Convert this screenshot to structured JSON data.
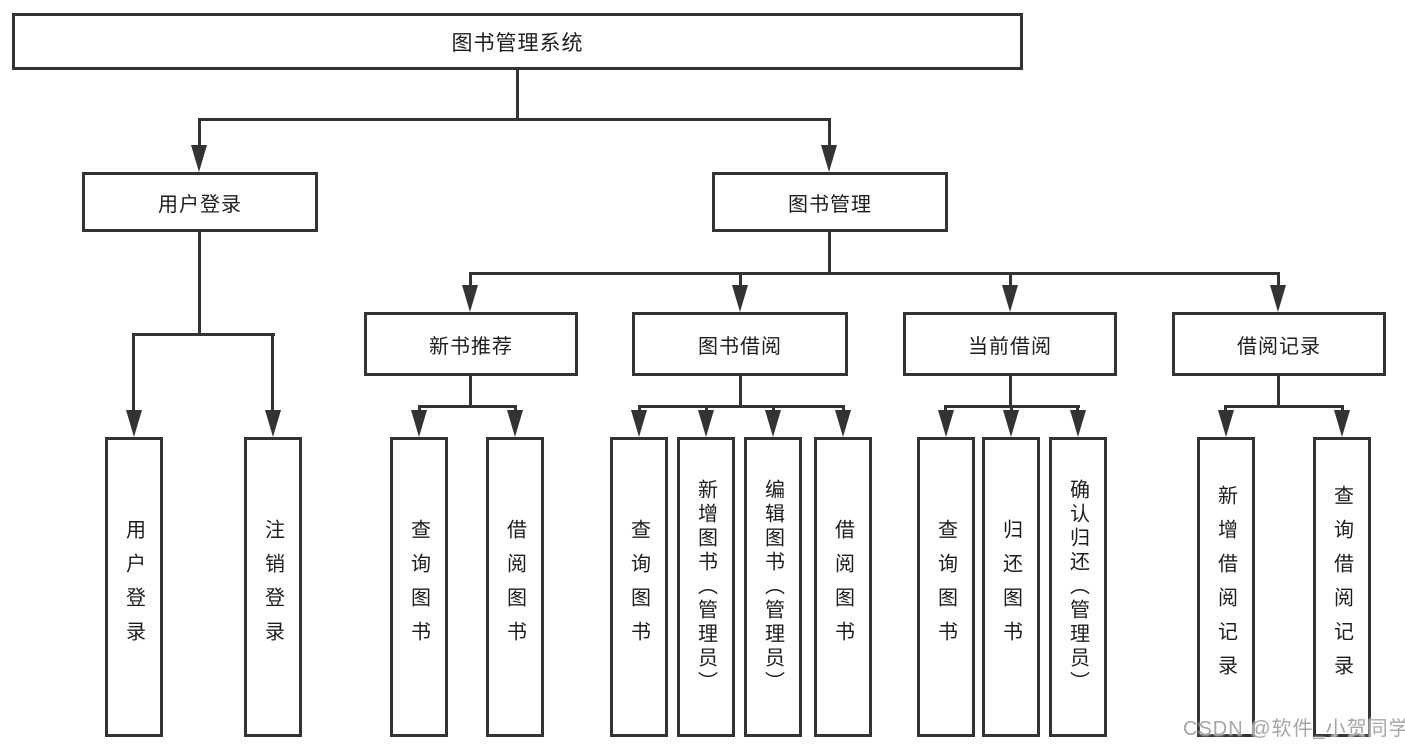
{
  "nodes": {
    "root": "图书管理系统",
    "user_login": "用户登录",
    "book_mgmt": "图书管理",
    "new_book": "新书推荐",
    "book_borrow": "图书借阅",
    "current_borrow": "当前借阅",
    "borrow_record": "借阅记录",
    "leaf_user_login": "用户登录",
    "leaf_logout": "注销登录",
    "leaf_nb_query": "查询图书",
    "leaf_nb_borrow": "借阅图书",
    "leaf_bb_query": "查询图书",
    "leaf_bb_add": "新增图书（管理员）",
    "leaf_bb_edit": "编辑图书（管理员）",
    "leaf_bb_borrow": "借阅图书",
    "leaf_cb_query": "查询图书",
    "leaf_cb_return": "归还图书",
    "leaf_cb_confirm": "确认归还（管理员）",
    "leaf_br_add": "新增借阅记录",
    "leaf_br_query": "查询借阅记录"
  },
  "watermark": "CSDN @软件_小贺同学",
  "colors": {
    "line": "#333333",
    "text": "#1d1d1d",
    "background": "#ffffff",
    "watermark": "#a6a6a6"
  }
}
